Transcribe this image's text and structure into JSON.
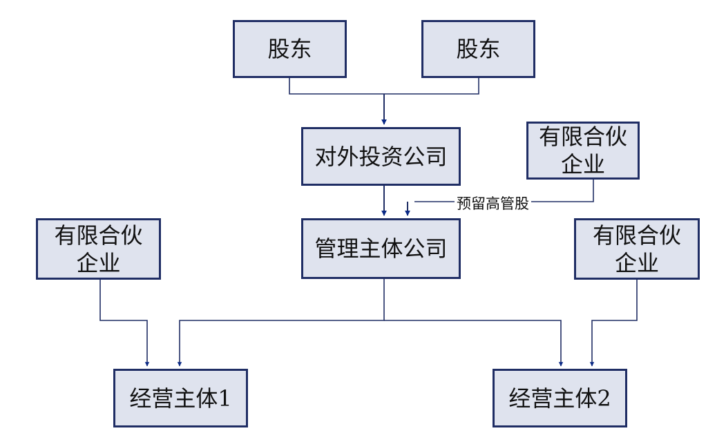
{
  "colors": {
    "box_fill": "#dfe3ee",
    "box_border": "#1f2d64",
    "line": "#1f2d64",
    "arrow": "#0b2a86"
  },
  "nodes": {
    "shareholder_1": "股东",
    "shareholder_2": "股东",
    "outbound_investment_company": "对外投资公司",
    "lp_top_right": "有限合伙\n企业",
    "management_company": "管理主体公司",
    "lp_left": "有限合伙\n企业",
    "lp_right": "有限合伙\n企业",
    "operating_entity_1": "经营主体1",
    "operating_entity_2": "经营主体2"
  },
  "edge_labels": {
    "reserved_mgmt_shares": "预留高管股"
  }
}
